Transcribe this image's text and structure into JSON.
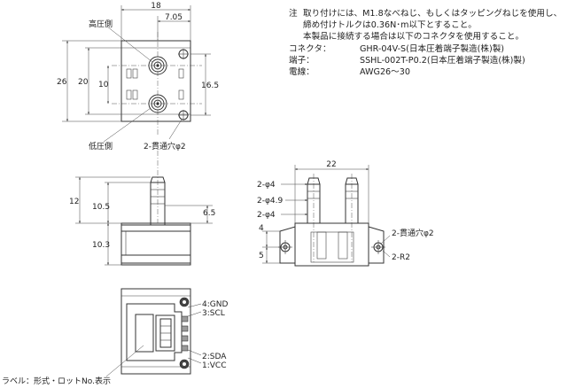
{
  "top_view": {
    "dim_width": "18",
    "dim_port_offset": "7.05",
    "dim_height_total": "26",
    "dim_height_body": "20",
    "dim_port_pitch": "10",
    "dim_right": "16.5",
    "label_high_pressure": "高圧側",
    "label_low_pressure": "低圧側",
    "label_holes": "2-貫通穴φ2"
  },
  "side_view": {
    "dim_nozzle": "12",
    "dim_upper": "10.5",
    "dim_port_height": "6.5",
    "dim_lower": "10.3"
  },
  "front_view": {
    "dim_width": "22",
    "dim_phi4_top": "2-φ4",
    "dim_phi49": "2-φ4.9",
    "dim_phi4_bottom": "2-φ4",
    "dim_left_4": "4",
    "dim_left_5": "5",
    "label_holes": "2-貫通穴φ2",
    "label_radius": "2-R2"
  },
  "bottom_view": {
    "pin4": "4:GND",
    "pin3": "3:SCL",
    "pin2": "2:SDA",
    "pin1": "1:VCC",
    "label_caption": "ラベル：形式・ロットNo.表示"
  },
  "notes": {
    "prefix": "注",
    "line1": "取り付けには、M1.8なべねじ、もしくはタッピングねじを使用し、",
    "line2": "締め付けトルクは0.36N･m以下とすること。",
    "line3": "本製品に接続する場合は以下のコネクタを使用すること。",
    "connector_key": "コネクタ：",
    "connector_value": "GHR-04V-S(日本圧着端子製造(株)製)",
    "terminal_key": "端子：",
    "terminal_value": "SSHL-002T-P0.2(日本圧着端子製造(株)製)",
    "wire_key": "電線：",
    "wire_value": "AWG26～30"
  }
}
